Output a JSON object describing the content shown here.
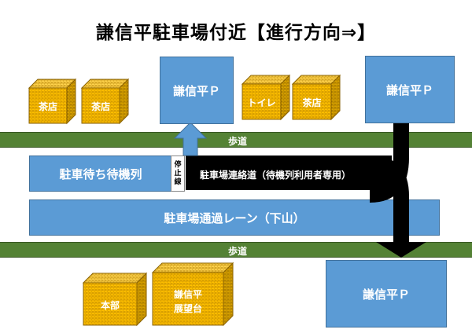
{
  "title": "謙信平駐車場付近【進行方向⇒】",
  "parking": {
    "top_center": "謙信平Ｐ",
    "top_right": "謙信平Ｐ",
    "bottom_right": "謙信平Ｐ"
  },
  "buildings": {
    "tea1": "茶店",
    "tea2": "茶店",
    "toilet": "トイレ",
    "tea3": "茶店",
    "hq": "本部",
    "observatory_line1": "謙信平",
    "observatory_line2": "展望台"
  },
  "sidewalk_top": "歩道",
  "sidewalk_bottom": "歩道",
  "waiting_lane": "駐車待ち待機列",
  "stop_line": [
    "停",
    "止",
    "線"
  ],
  "connector": "駐車場連絡道（待機列利用者専用）",
  "through_lane": "駐車場通過レーン（下山）",
  "colors": {
    "parking_blue": "#5b9bd5",
    "sidewalk_green": "#548235",
    "building_orange": "#ffc000",
    "connector_black": "#000000"
  }
}
